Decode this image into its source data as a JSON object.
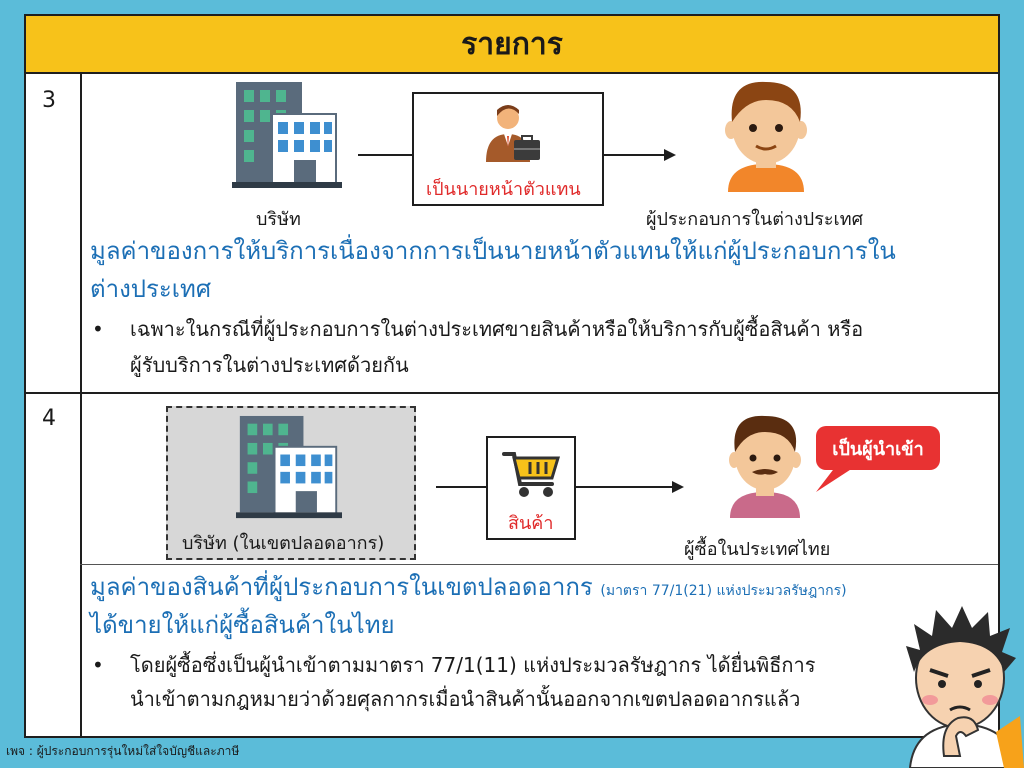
{
  "header": {
    "title": "รายการ"
  },
  "row3": {
    "number": "3",
    "company_label": "บริษัท",
    "agent_label": "เป็นนายหน้าตัวแทน",
    "foreign_label": "ผู้ประกอบการในต่างประเทศ",
    "title_line1": "มูลค่าของการให้บริการเนื่องจากการเป็นนายหน้าตัวแทนให้แก่ผู้ประกอบการใน",
    "title_line2": "ต่างประเทศ",
    "bullet_line1": "เฉพาะในกรณีที่ผู้ประกอบการในต่างประเทศขายสินค้าหรือให้บริการกับผู้ซื้อสินค้า หรือ",
    "bullet_line2": "ผู้รับบริการในต่างประเทศด้วยกัน"
  },
  "row4": {
    "number": "4",
    "company_label": "บริษัท (ในเขตปลอดอากร)",
    "goods_label": "สินค้า",
    "buyer_label": "ผู้ซื้อในประเทศไทย",
    "bubble_text": "เป็นผู้นำเข้า",
    "title_line1": "มูลค่าของสินค้าที่ผู้ประกอบการในเขตปลอดอากร",
    "title_note": "(มาตรา 77/1(21) แห่งประมวลรัษฎากร)",
    "title_line2": "ได้ขายให้แก่ผู้ซื้อสินค้าในไทย",
    "bullet_line1": "โดยผู้ซื้อซึ่งเป็นผู้นำเข้าตามมาตรา 77/1(11) แห่งประมวลรัษฎากร ได้ยื่นพิธีการ",
    "bullet_line2": "นำเข้าตามกฎหมายว่าด้วยศุลกากรเมื่อนำสินค้านั้นออกจากเขตปลอดอากรแล้ว"
  },
  "footer": {
    "text": "เพจ : ผู้ประกอบการรุ่นใหม่ใส่ใจบัญชีและภาษี"
  },
  "colors": {
    "background": "#5bbcd9",
    "header": "#f7c21a",
    "title_blue": "#1c6fb5",
    "accent_red": "#e02a2a"
  },
  "icons": [
    "building-icon",
    "businessman-icon",
    "man-face-icon",
    "shopping-cart-icon",
    "speech-bubble-icon",
    "thinking-boy-icon"
  ]
}
